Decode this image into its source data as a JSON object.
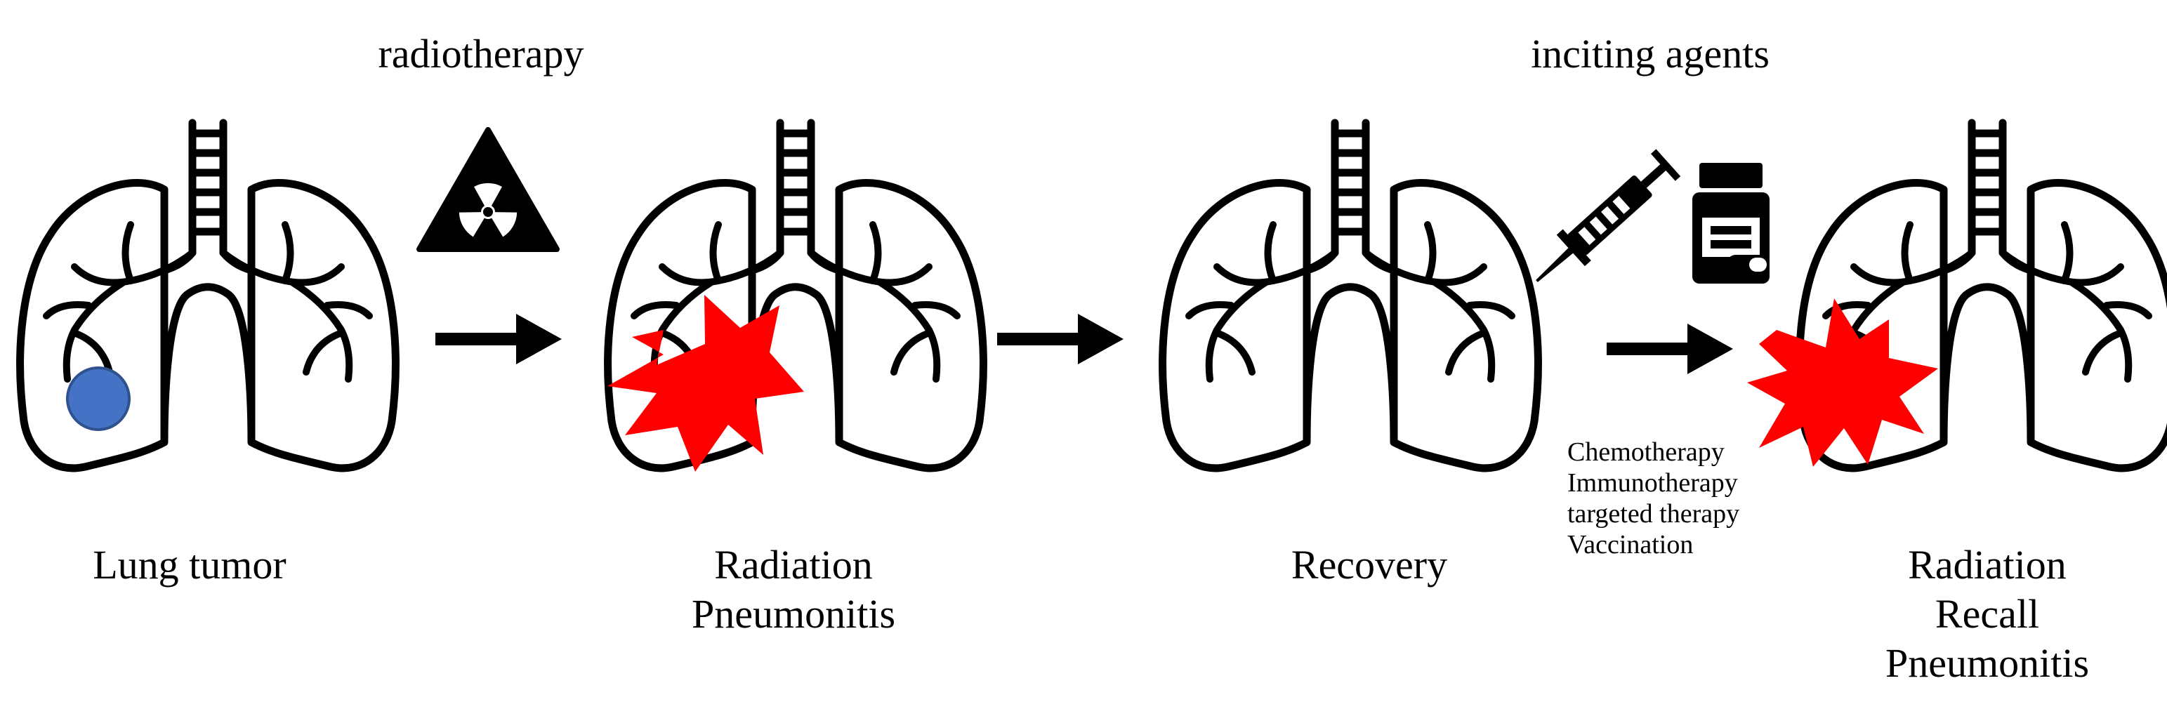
{
  "headings": {
    "radiotherapy": "radiotherapy",
    "inciting_agents": "inciting agents"
  },
  "stages": [
    {
      "lines": [
        "Lung tumor"
      ]
    },
    {
      "lines": [
        "Radiation",
        "Pneumonitis"
      ]
    },
    {
      "lines": [
        "Recovery"
      ]
    },
    {
      "lines": [
        "Radiation",
        "Recall",
        "Pneumonitis"
      ]
    }
  ],
  "agents": [
    "Chemotherapy",
    "Immunotherapy",
    "targeted therapy",
    "Vaccination"
  ],
  "icons": [
    "lungs-icon",
    "radiation-hazard-icon",
    "syringe-icon",
    "pill-bottle-icon",
    "capsule-icon",
    "arrow-right-icon",
    "inflammation-burst-icon"
  ],
  "colors": {
    "tumor": "#4472C4",
    "inflammation": "#FF0000",
    "stroke": "#000000"
  }
}
